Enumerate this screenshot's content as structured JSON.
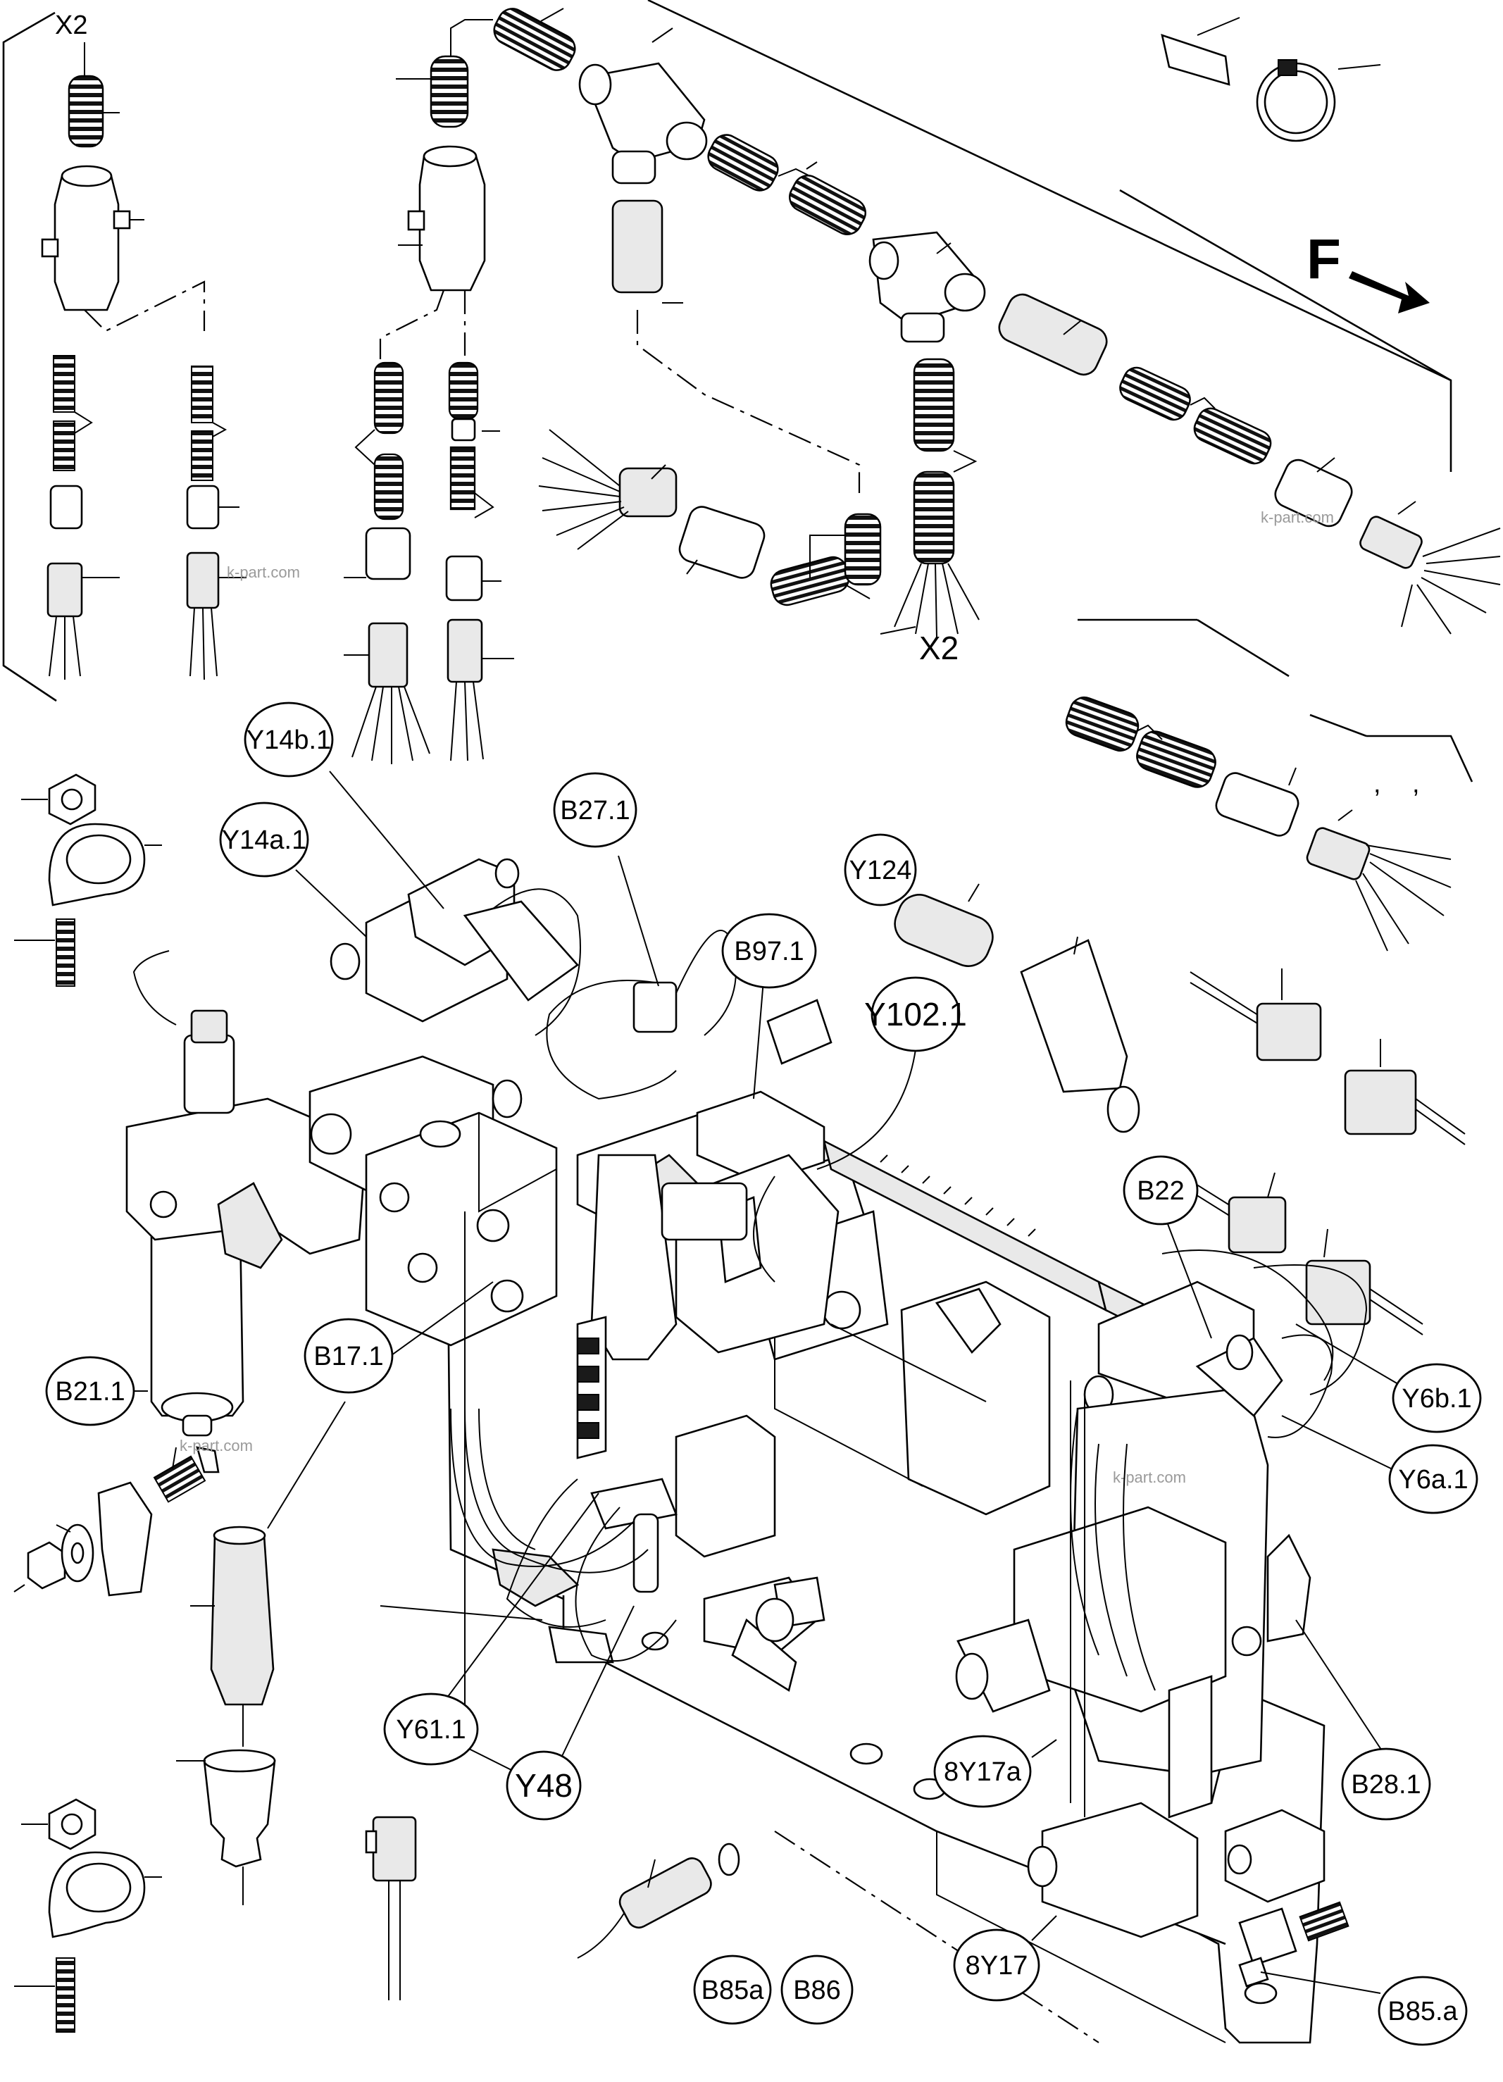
{
  "diagram": {
    "title": "",
    "direction_marker": "F",
    "callouts": [
      {
        "id": "x2-top-left",
        "text": "X2",
        "circled": false
      },
      {
        "id": "x2-mid",
        "text": "X2",
        "circled": false
      },
      {
        "id": "y14b1",
        "text": "Y14b.1",
        "circled": true
      },
      {
        "id": "y14a1",
        "text": "Y14a.1",
        "circled": true
      },
      {
        "id": "b271",
        "text": "B27.1",
        "circled": true
      },
      {
        "id": "b971",
        "text": "B97.1",
        "circled": true
      },
      {
        "id": "y1021",
        "text": "Y102.1",
        "circled": true
      },
      {
        "id": "y124",
        "text": "Y124",
        "circled": true
      },
      {
        "id": "b22",
        "text": "B22",
        "circled": true
      },
      {
        "id": "b211",
        "text": "B21.1",
        "circled": true
      },
      {
        "id": "b171",
        "text": "B17.1",
        "circled": true
      },
      {
        "id": "y6b1",
        "text": "Y6b.1",
        "circled": true
      },
      {
        "id": "y6a1",
        "text": "Y6a.1",
        "circled": true
      },
      {
        "id": "y611",
        "text": "Y61.1",
        "circled": true
      },
      {
        "id": "y48",
        "text": "Y48",
        "circled": true
      },
      {
        "id": "8y17a",
        "text": "8Y17a",
        "circled": true
      },
      {
        "id": "b281",
        "text": "B28.1",
        "circled": true
      },
      {
        "id": "8y17",
        "text": "8Y17",
        "circled": true
      },
      {
        "id": "b85a-left",
        "text": "B85a",
        "circled": true
      },
      {
        "id": "b86",
        "text": "B86",
        "circled": true
      },
      {
        "id": "b85a-right",
        "text": "B85.a",
        "circled": true
      }
    ],
    "watermarks": [
      "k-part.com",
      "k-part.com",
      "k-part.com",
      "k-part.com"
    ],
    "stray_marks": [
      ",",
      ","
    ]
  }
}
